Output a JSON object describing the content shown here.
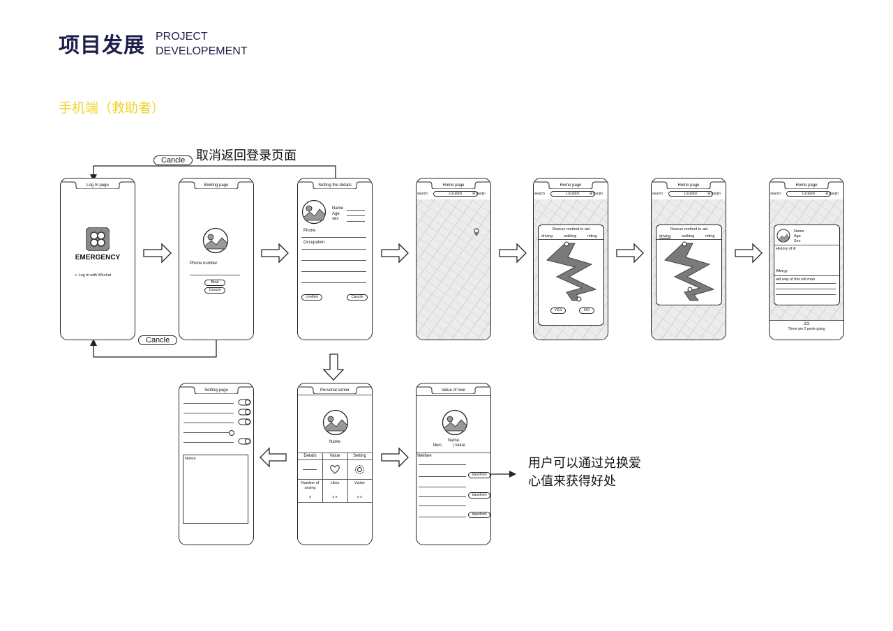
{
  "header": {
    "title_cn": "项目发展",
    "title_en_1": "PROJECT",
    "title_en_2": "DEVELOPEMENT",
    "color": "#1c1f4a"
  },
  "subtitle": {
    "text": "手机端（救助者）",
    "color": "#f2d32a"
  },
  "annotations": {
    "cancel_top": "Cancle",
    "cancel_top_note": "取消返回登录页面",
    "cancel_bottom": "Cancle",
    "redeem_note_1": "用户可以通过兑换爱",
    "redeem_note_2": "心值来获得好处"
  },
  "screens": {
    "login": {
      "title": "Log In page",
      "brand": "EMERGENCY",
      "wechat": "Log In with Wechat"
    },
    "binding": {
      "title": "Binding page",
      "phone_label": "Phone number",
      "bind": "Bind",
      "cancel": "Cancle"
    },
    "details": {
      "title": "Setting the details",
      "name": "Name",
      "age": "Age",
      "sex": "sex",
      "phone": "Phone",
      "occupation": "Occupation",
      "confirm": "confirm",
      "cancel": "Cancle"
    },
    "home1": {
      "title": "Home page",
      "search": "search",
      "location": "Location",
      "city": "Tianjin"
    },
    "home2": {
      "title": "Home page",
      "search": "search",
      "location": "Location",
      "city": "Tianjin",
      "modal_title": "Rescue method to aid",
      "m1": "driving",
      "m2": "walking",
      "m3": "riding",
      "yes": "YES",
      "no": "NO"
    },
    "home3": {
      "title": "Home page",
      "search": "search",
      "location": "Location",
      "city": "Tianjin",
      "modal_title": "Rescue method to aid",
      "m1": "driving",
      "m2": "walking",
      "m3": "riding"
    },
    "home4": {
      "title": "Home page",
      "search": "search",
      "location": "Location",
      "city": "Tianjin",
      "name": "Name",
      "age": "Age",
      "sex": "Sex",
      "history": "History of ill",
      "allergy": "Allergy",
      "aid": "aid way of this old man",
      "count": "2/3",
      "going": "There are 2 peole going"
    },
    "setting": {
      "title": "Setting page",
      "notice": "Notice"
    },
    "personal": {
      "title": "Personal center",
      "name": "Name",
      "tab1": "Details",
      "tab2": "Value",
      "tab3": "Setting",
      "stat1_label": "Number of saving",
      "stat2_label": "Likes",
      "stat3_label": "Visitor",
      "stat1": "x",
      "stat2": "x x",
      "stat3": "x x"
    },
    "love": {
      "title": "Value of love",
      "name": "Name",
      "likes": "likes",
      "value": "| value",
      "welfare": "Welfare",
      "t1": "transform",
      "t2": "transform",
      "t3": "transform"
    }
  }
}
